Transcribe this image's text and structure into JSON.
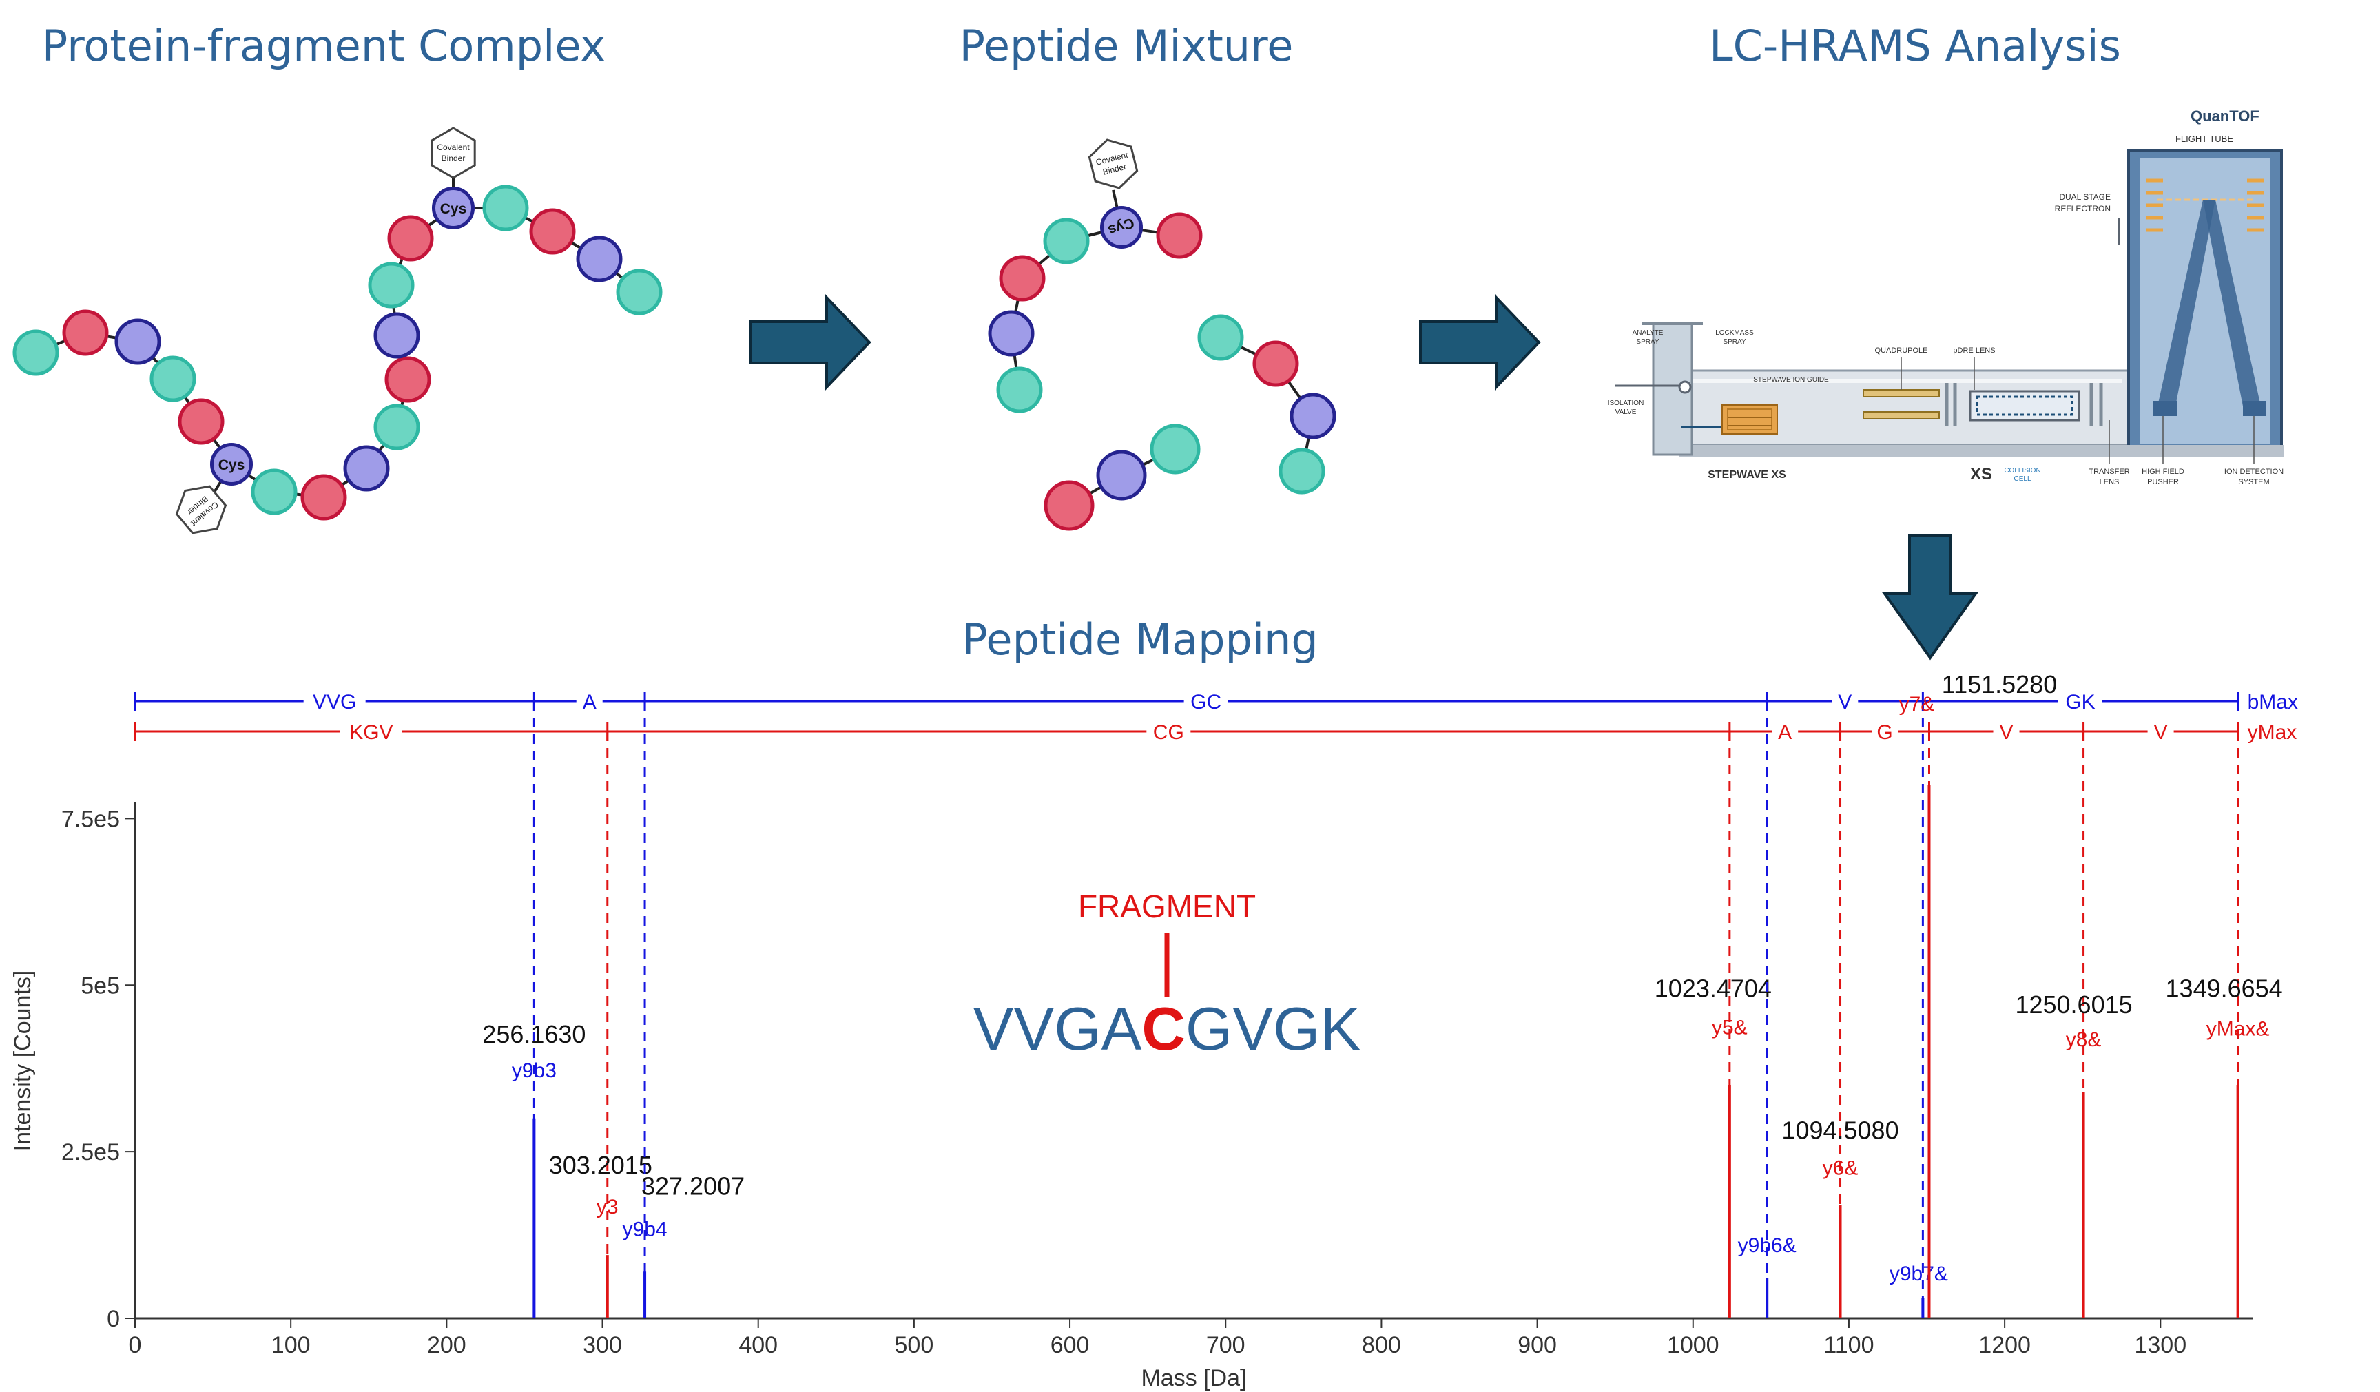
{
  "titles": {
    "complex": "Protein-fragment Complex",
    "mixture": "Peptide Mixture",
    "lchrams": "LC-HRAMS Analysis",
    "mapping": "Peptide Mapping"
  },
  "residue_labels": {
    "cys": "Cys",
    "binder_line1": "Covalent",
    "binder_line2": "Binder"
  },
  "instrument": {
    "brand": "QuanTOF",
    "flight_tube": "FLIGHT TUBE",
    "reflectron_1": "DUAL STAGE",
    "reflectron_2": "REFLECTRON",
    "analyte_1": "ANALYTE",
    "analyte_2": "SPRAY",
    "lockmass_1": "LOCKMASS",
    "lockmass_2": "SPRAY",
    "isolation_1": "ISOLATION",
    "isolation_2": "VALVE",
    "stepwave_guide": "STEPWAVE ION GUIDE",
    "quadrupole": "QUADRUPOLE",
    "pdre": "pDRE LENS",
    "stepwave_logo": "STEPWAVE XS",
    "xs": "XS",
    "collision_1": "COLLISION",
    "collision_2": "CELL",
    "transfer_1": "TRANSFER",
    "transfer_2": "LENS",
    "pusher_1": "HIGH FIELD",
    "pusher_2": "PUSHER",
    "detection_1": "ION DETECTION",
    "detection_2": "SYSTEM"
  },
  "colors": {
    "title": "#2e6397",
    "arrow": "#1d5877",
    "red_residue": "#e8667a",
    "teal_residue": "#6cd6c2",
    "purple_residue": "#9f9ce8",
    "b_ion": "#1414e0",
    "y_ion": "#e01414",
    "fragment": "#e01414",
    "sequence": "#2e6397"
  },
  "peptide": {
    "fragment_label": "FRAGMENT",
    "seq_before": "VVGA",
    "modified_residue": "C",
    "seq_after": "GVGK"
  },
  "chart_data": {
    "type": "bar",
    "xlabel": "Mass [Da]",
    "ylabel": "Intensity [Counts]",
    "xlim": [
      0,
      1360
    ],
    "ylim": [
      0,
      800000
    ],
    "x_ticks": [
      "0",
      "100",
      "200",
      "300",
      "400",
      "500",
      "600",
      "700",
      "800",
      "900",
      "1000",
      "1100",
      "1200",
      "1300"
    ],
    "y_ticks": [
      {
        "value": 0,
        "label": "0"
      },
      {
        "value": 250000,
        "label": "2.5e5"
      },
      {
        "value": 500000,
        "label": "5e5"
      },
      {
        "value": 750000,
        "label": "7.5e5"
      }
    ],
    "peaks": [
      {
        "mz": 256.163,
        "intensity": 300000,
        "ion": "y9b3",
        "type": "b",
        "label": "256.1630"
      },
      {
        "mz": 303.2015,
        "intensity": 95000,
        "ion": "y3",
        "type": "y",
        "label": "303.2015"
      },
      {
        "mz": 327.2007,
        "intensity": 70000,
        "ion": "y9b4",
        "type": "b",
        "label": "327.2007"
      },
      {
        "mz": 1023.4704,
        "intensity": 350000,
        "ion": "y5&",
        "type": "y",
        "label": "1023.4704"
      },
      {
        "mz": 1047.5,
        "intensity": 60000,
        "ion": "y9b6&",
        "type": "b",
        "label": ""
      },
      {
        "mz": 1094.508,
        "intensity": 170000,
        "ion": "y6&",
        "type": "y",
        "label": "1094.5080"
      },
      {
        "mz": 1147.5,
        "intensity": 30000,
        "ion": "y9b7&",
        "type": "b",
        "label": ""
      },
      {
        "mz": 1151.528,
        "intensity": 800000,
        "ion": "y7&",
        "type": "y",
        "label": "1151.5280"
      },
      {
        "mz": 1250.6015,
        "intensity": 340000,
        "ion": "y8&",
        "type": "y",
        "label": "1250.6015"
      },
      {
        "mz": 1349.6654,
        "intensity": 350000,
        "ion": "yMax&",
        "type": "y",
        "label": "1349.6654"
      }
    ],
    "b_ladder": {
      "name": "bMax",
      "breaks": [
        0,
        256.163,
        327.2007,
        1047.5,
        1147.5,
        1349.6654
      ],
      "segments": [
        {
          "label": "VVG",
          "from": 0,
          "to": 256.163
        },
        {
          "label": "A",
          "from": 256.163,
          "to": 327.2007
        },
        {
          "label": "GC",
          "from": 327.2007,
          "to": 1047.5
        },
        {
          "label": "V",
          "from": 1047.5,
          "to": 1147.5
        },
        {
          "label": "GK",
          "from": 1147.5,
          "to": 1349.6654
        }
      ]
    },
    "y_ladder": {
      "name": "yMax",
      "breaks": [
        0,
        303.2015,
        1023.4704,
        1094.508,
        1151.528,
        1250.6015,
        1349.6654
      ],
      "segments": [
        {
          "label": "KGV",
          "from": 0,
          "to": 303.2015
        },
        {
          "label": "CG",
          "from": 303.2015,
          "to": 1023.4704
        },
        {
          "label": "A",
          "from": 1023.4704,
          "to": 1094.508
        },
        {
          "label": "G",
          "from": 1094.508,
          "to": 1151.528
        },
        {
          "label": "V",
          "from": 1151.528,
          "to": 1250.6015
        },
        {
          "label": "V",
          "from": 1250.6015,
          "to": 1349.6654
        }
      ]
    }
  }
}
